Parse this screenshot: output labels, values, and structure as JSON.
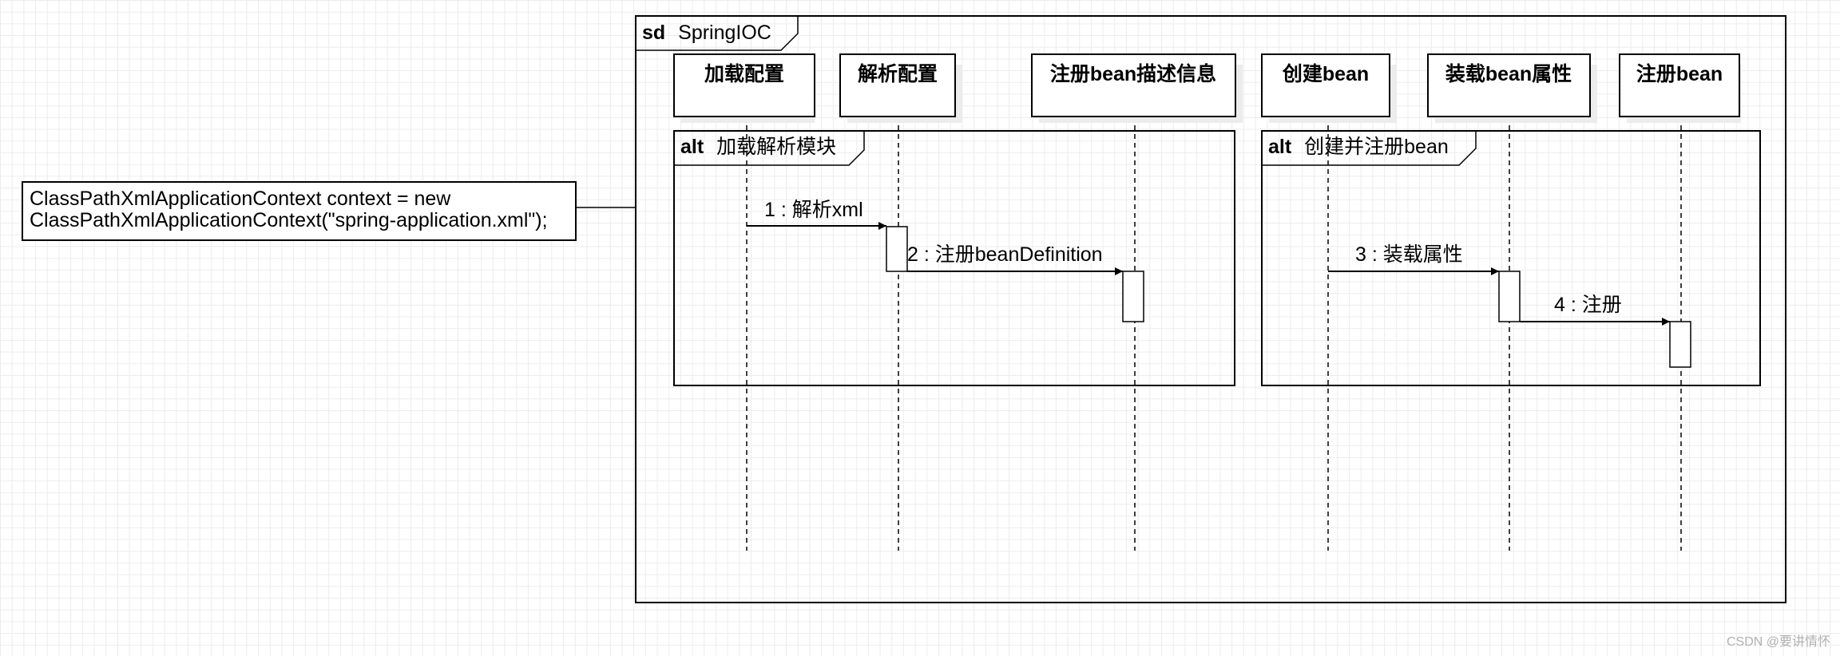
{
  "frame": {
    "keyword": "sd",
    "title": "SpringIOC"
  },
  "lifelines": [
    {
      "label": "加载配置"
    },
    {
      "label": "解析配置"
    },
    {
      "label": "注册bean描述信息"
    },
    {
      "label": "创建bean"
    },
    {
      "label": "装载bean属性"
    },
    {
      "label": "注册bean"
    }
  ],
  "fragments": [
    {
      "keyword": "alt",
      "label": "加载解析模块"
    },
    {
      "keyword": "alt",
      "label": "创建并注册bean"
    }
  ],
  "messages": [
    {
      "label": "1 : 解析xml"
    },
    {
      "label": "2 : 注册beanDefinition"
    },
    {
      "label": "3 : 装载属性"
    },
    {
      "label": "4 : 注册"
    }
  ],
  "note": {
    "lines": [
      "ClassPathXmlApplicationContext context = new",
      "ClassPathXmlApplicationContext(\"spring-application.xml\");"
    ]
  },
  "watermark": "CSDN @要讲情怀"
}
